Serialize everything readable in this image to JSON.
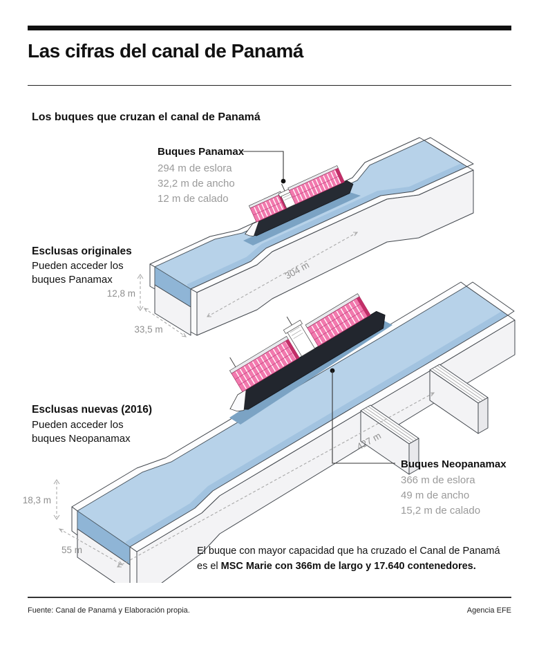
{
  "header": {
    "title": "Las cifras del canal de Panamá"
  },
  "section": {
    "title": "Los buques que cruzan el canal de Panamá"
  },
  "panamax": {
    "name": "Buques Panamax",
    "eslora": "294 m de eslora",
    "ancho": "32,2 m de ancho",
    "calado": "12 m de calado"
  },
  "locks_original": {
    "name": "Esclusas originales",
    "desc_line1": "Pueden acceder los",
    "desc_line2": "buques Panamax",
    "depth": "12,8 m",
    "width": "33,5 m",
    "length": "304 m"
  },
  "locks_new": {
    "name": "Esclusas nuevas (2016)",
    "desc_line1": "Pueden acceder los",
    "desc_line2": "buques Neopanamax",
    "depth": "18,3 m",
    "width": "55 m",
    "length": "427 m"
  },
  "neopanamax": {
    "name": "Buques Neopanamax",
    "eslora": "366 m de eslora",
    "ancho": "49 m de ancho",
    "calado": "15,2 m de calado"
  },
  "note": {
    "line1": "El buque con mayor capacidad que ha cruzado el Canal de Panamá",
    "line2_regular": "es el ",
    "line2_bold": "MSC Marie con 366m de largo y 17.640 contenedores."
  },
  "footer": {
    "source": "Fuente: Canal de Panamá y Elaboración propia.",
    "credit": "Agencia EFE"
  },
  "colors": {
    "water": "#b7d2e9",
    "water_deep": "#8fb5d6",
    "container_pink": "#f279ae",
    "container_dark": "#c22e68",
    "hull": "#262b33"
  }
}
